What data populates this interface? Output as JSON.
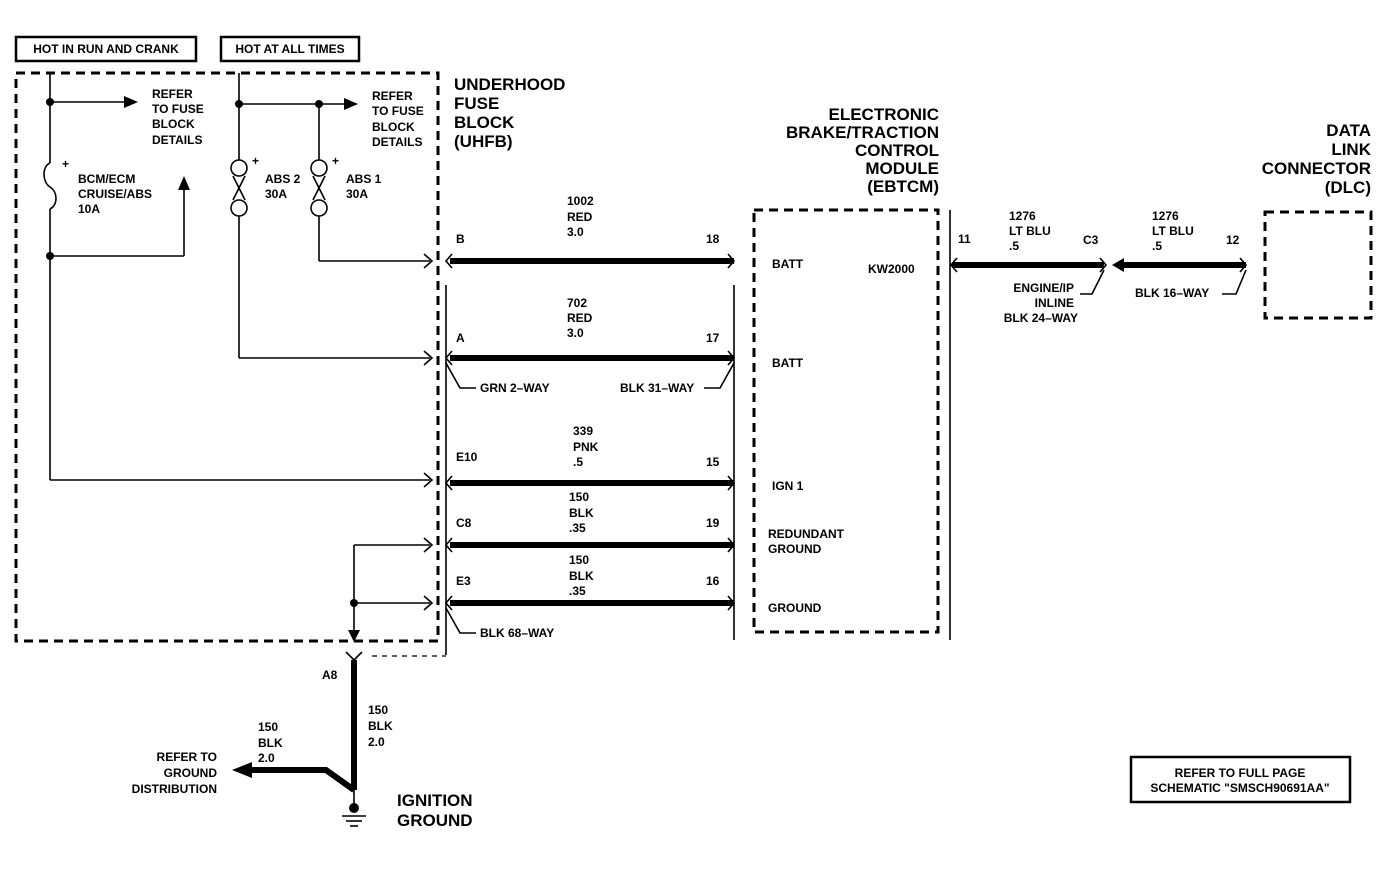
{
  "top_labels": {
    "hot_run_crank": "HOT IN RUN AND CRANK",
    "hot_all_times": "HOT AT ALL TIMES"
  },
  "refer_fuse_1": [
    "REFER",
    "TO FUSE",
    "BLOCK",
    "DETAILS"
  ],
  "refer_fuse_2": [
    "REFER",
    "TO FUSE",
    "BLOCK",
    "DETAILS"
  ],
  "uhfb_title": [
    "UNDERHOOD",
    "FUSE",
    "BLOCK",
    "(UHFB)"
  ],
  "fuses": {
    "bcm": [
      "BCM/ECM",
      "CRUISE/ABS",
      "10A"
    ],
    "abs2": [
      "ABS 2",
      "30A"
    ],
    "abs1": [
      "ABS 1",
      "30A"
    ],
    "plus": "+"
  },
  "ebtcm_title": [
    "ELECTRONIC",
    "BRAKE/TRACTION",
    "CONTROL",
    "MODULE",
    "(EBTCM)"
  ],
  "dlc_title": [
    "DATA",
    "LINK",
    "CONNECTOR",
    "(DLC)"
  ],
  "ebtcm_note": "KW2000",
  "circuits": [
    {
      "wire": [
        "1002",
        "RED",
        "3.0"
      ],
      "from_pin": "B",
      "to_pin": "18",
      "terminal": [
        "BATT"
      ]
    },
    {
      "wire": [
        "702",
        "RED",
        "3.0"
      ],
      "from_pin": "A",
      "to_pin": "17",
      "terminal": [
        "BATT"
      ]
    },
    {
      "wire": [
        "339",
        "PNK",
        ".5"
      ],
      "from_pin": "E10",
      "to_pin": "15",
      "terminal": [
        "IGN 1"
      ]
    },
    {
      "wire": [
        "150",
        "BLK",
        ".35"
      ],
      "from_pin": "C8",
      "to_pin": "19",
      "terminal": [
        "REDUNDANT",
        "GROUND"
      ]
    },
    {
      "wire": [
        "150",
        "BLK",
        ".35"
      ],
      "from_pin": "E3",
      "to_pin": "16",
      "terminal": [
        "GROUND"
      ]
    }
  ],
  "connectors": {
    "grn": "GRN 2–WAY",
    "blk31": "BLK 31–WAY",
    "blk68": "BLK 68–WAY",
    "blk16": "BLK 16–WAY",
    "inline": [
      "ENGINE/IP",
      "INLINE",
      "BLK 24–WAY"
    ]
  },
  "dlc_circuit": {
    "wire_a": [
      "1276",
      "LT BLU",
      ".5"
    ],
    "wire_b": [
      "1276",
      "LT BLU",
      ".5"
    ],
    "pin_ebtcm": "11",
    "pin_inline": "C3",
    "pin_dlc": "12"
  },
  "ground": {
    "pin": "A8",
    "wire_main": [
      "150",
      "BLK",
      "2.0"
    ],
    "wire_branch": [
      "150",
      "BLK",
      "2.0"
    ],
    "refer": [
      "REFER TO",
      "GROUND",
      "DISTRIBUTION"
    ],
    "label": [
      "IGNITION",
      "GROUND"
    ]
  },
  "refer_full_page": [
    "REFER TO FULL PAGE",
    "SCHEMATIC \"SMSCH90691AA\""
  ]
}
